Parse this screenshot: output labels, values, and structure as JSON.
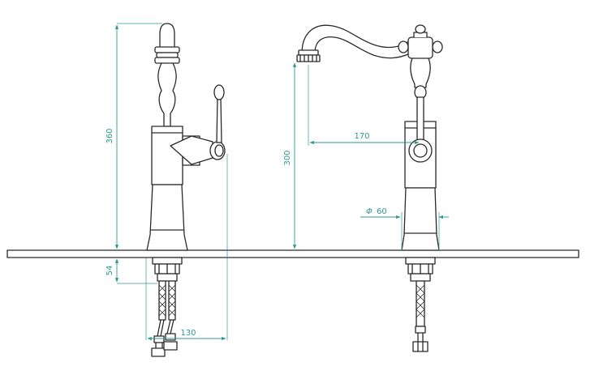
{
  "dimensions": {
    "height_total": "360",
    "below_counter": "54",
    "spout_height": "300",
    "spout_reach": "170",
    "handle_offset": "130",
    "base_diameter_symbol": "Φ",
    "base_diameter": "60"
  },
  "colors": {
    "line": "#2a2a2a",
    "dimension": "#2f9a90",
    "background": "#ffffff"
  }
}
